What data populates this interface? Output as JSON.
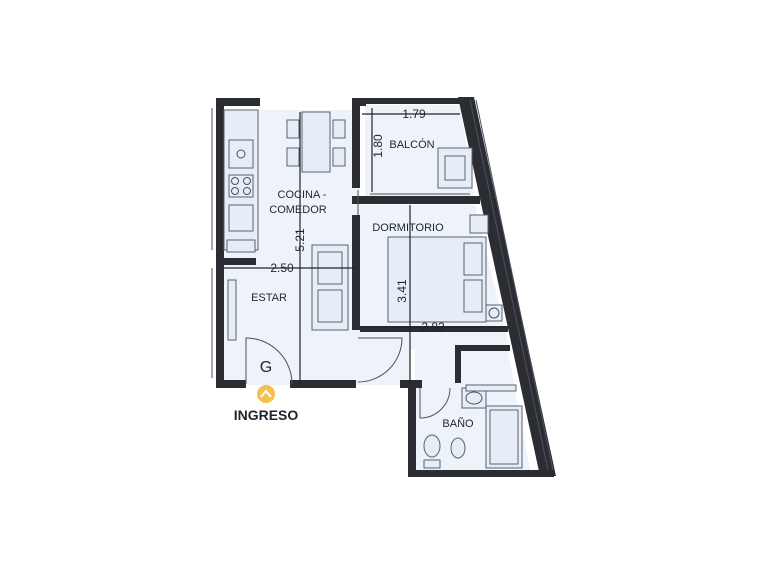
{
  "rooms": {
    "cocina_comedor_line1": "COCINA -",
    "cocina_comedor_line2": "COMEDOR",
    "estar": "ESTAR",
    "balcon": "BALCÓN",
    "dormitorio": "DORMITORIO",
    "bano": "BAÑO"
  },
  "dimensions": {
    "balcon_width": "1.79",
    "balcon_depth": "1.80",
    "cocina_length": "5.21",
    "estar_width": "2.50",
    "dormitorio_depth": "3.41",
    "dormitorio_width": "2.82"
  },
  "entrance": {
    "marker": "G",
    "label": "INGRESO"
  },
  "colors": {
    "wall": "#2b2d33",
    "floor": "#eef3fa",
    "entrance_icon": "#f2c14e"
  }
}
